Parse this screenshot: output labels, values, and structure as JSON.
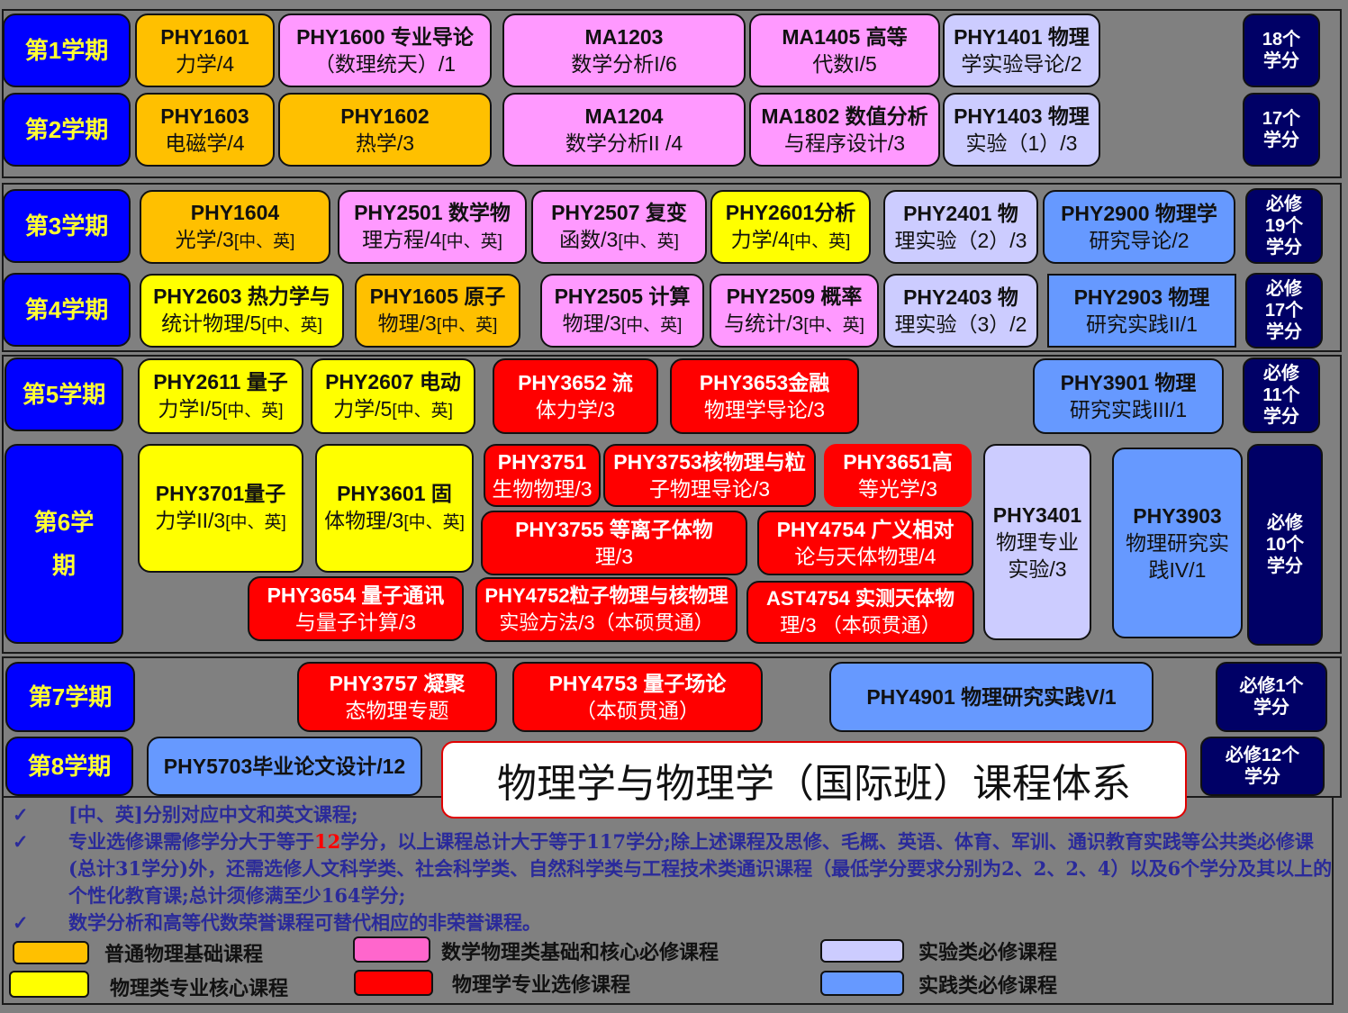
{
  "title": "物理学与物理学（国际班）课程体系",
  "semesters": [
    {
      "label": "第1学期",
      "credits": "18个学分"
    },
    {
      "label": "第2学期",
      "credits": "17个学分"
    },
    {
      "label": "第3学期",
      "credits": "必修19个学分"
    },
    {
      "label": "第4学期",
      "credits": "必修17个学分"
    },
    {
      "label": "第5学期",
      "credits": "必修11个学分"
    },
    {
      "label": "第6学期",
      "credits": "必修10个学分"
    },
    {
      "label": "第7学期",
      "credits": "必修1个学分"
    },
    {
      "label": "第8学期",
      "credits": "必修12个学分"
    }
  ],
  "courses": {
    "s1": [
      {
        "code": "PHY1601",
        "name": "力学/4",
        "category": "普通物理基础课程"
      },
      {
        "code": "PHY1600 专业导论",
        "name": "（数理统天）/1",
        "category": "数学物理类基础和核心必修课程"
      },
      {
        "code": "MA1203",
        "name": "数学分析I/6",
        "category": "数学物理类基础和核心必修课程"
      },
      {
        "code": "MA1405 高等",
        "name": "代数I/5",
        "category": "数学物理类基础和核心必修课程"
      },
      {
        "code": "PHY1401 物理",
        "name": "学实验导论/2",
        "category": "实验类必修课程"
      }
    ],
    "s2": [
      {
        "code": "PHY1603",
        "name": "电磁学/4",
        "category": "普通物理基础课程"
      },
      {
        "code": "PHY1602",
        "name": "热学/3",
        "category": "普通物理基础课程"
      },
      {
        "code": "MA1204",
        "name": "数学分析II /4",
        "category": "数学物理类基础和核心必修课程"
      },
      {
        "code": "MA1802 数值分析",
        "name": "与程序设计/3",
        "category": "数学物理类基础和核心必修课程"
      },
      {
        "code": "PHY1403 物理",
        "name": "实验（1）/3",
        "category": "实验类必修课程"
      }
    ],
    "s3": [
      {
        "code": "PHY1604",
        "name": "光学/3",
        "tag": "[中、英]",
        "category": "普通物理基础课程"
      },
      {
        "code": "PHY2501 数学物",
        "name": "理方程/4",
        "tag": "[中、英]",
        "category": "数学物理类基础和核心必修课程"
      },
      {
        "code": "PHY2507 复变",
        "name": "函数/3",
        "tag": "[中、英]",
        "category": "数学物理类基础和核心必修课程"
      },
      {
        "code": "PHY2601分析",
        "name": "力学/4",
        "tag": "[中、英]",
        "category": "物理类专业核心课程"
      },
      {
        "code": "PHY2401 物",
        "name": "理实验（2）/3",
        "category": "实验类必修课程"
      },
      {
        "code": "PHY2900 物理学",
        "name": "研究导论/2",
        "category": "实践类必修课程"
      }
    ],
    "s4": [
      {
        "code": "PHY2603 热力学与",
        "name": "统计物理/5",
        "tag": "[中、英]",
        "category": "物理类专业核心课程"
      },
      {
        "code": "PHY1605  原子",
        "name": "物理/3",
        "tag": "[中、英]",
        "category": "普通物理基础课程"
      },
      {
        "code": "PHY2505 计算",
        "name": "物理/3",
        "tag": "[中、英]",
        "category": "数学物理类基础和核心必修课程"
      },
      {
        "code": "PHY2509 概率",
        "name": "与统计/3",
        "tag": "[中、英]",
        "category": "数学物理类基础和核心必修课程"
      },
      {
        "code": "PHY2403 物",
        "name": "理实验（3）/2",
        "category": "实验类必修课程"
      },
      {
        "code": "PHY2903 物理",
        "name": "研究实践II/1",
        "category": "实践类必修课程"
      }
    ],
    "s5": [
      {
        "code": "PHY2611 量子",
        "name": "力学I/5",
        "tag": "[中、英]",
        "category": "物理类专业核心课程"
      },
      {
        "code": "PHY2607 电动",
        "name": "力学/5",
        "tag": "[中、英]",
        "category": "物理类专业核心课程"
      },
      {
        "code": "PHY3652 流",
        "name": "体力学/3",
        "category": "物理学专业选修课程"
      },
      {
        "code": "PHY3653金融",
        "name": "物理学导论/3",
        "category": "物理学专业选修课程"
      },
      {
        "code": "PHY3901 物理",
        "name": "研究实践III/1",
        "category": "实践类必修课程"
      }
    ],
    "s6": [
      {
        "code": "PHY3701量子",
        "name": "力学II/3",
        "tag": "[中、英]",
        "category": "物理类专业核心课程"
      },
      {
        "code": "PHY3601 固",
        "name": "体物理/3",
        "tag": "[中、英]",
        "category": "物理类专业核心课程"
      },
      {
        "code": "PHY3751",
        "name": "生物物理/3",
        "category": "物理学专业选修课程"
      },
      {
        "code": "PHY3753核物理与粒",
        "name": "子物理导论/3",
        "category": "物理学专业选修课程"
      },
      {
        "code": "PHY3651高",
        "name": "等光学/3",
        "category": "物理学专业选修课程"
      },
      {
        "code": "PHY3755 等离子体物",
        "name": "理/3",
        "category": "物理学专业选修课程"
      },
      {
        "code": "PHY4754 广义相对",
        "name": "论与天体物理/4",
        "category": "物理学专业选修课程"
      },
      {
        "code": "PHY3654 量子通讯",
        "name": "与量子计算/3",
        "category": "物理学专业选修课程"
      },
      {
        "code": "PHY4752粒子物理与核物理",
        "name": "实验方法/3（本硕贯通）",
        "category": "物理学专业选修课程"
      },
      {
        "code": "AST4754 实测天体物",
        "name": "理/3 （本硕贯通）",
        "category": "物理学专业选修课程"
      },
      {
        "code": "PHY3401",
        "name": "物理专业实验/3",
        "category": "实验类必修课程"
      },
      {
        "code": "PHY3903",
        "name": "物理研究实践IV/1",
        "category": "实践类必修课程"
      }
    ],
    "s7": [
      {
        "code": "PHY3757 凝聚",
        "name": "态物理专题",
        "category": "物理学专业选修课程"
      },
      {
        "code": "PHY4753 量子场论",
        "name": "（本硕贯通）",
        "category": "物理学专业选修课程"
      },
      {
        "code": "PHY4901 物理研究实践V/1",
        "name": "",
        "category": "实践类必修课程"
      }
    ],
    "s8": [
      {
        "code": "PHY5703毕业论文设计/12",
        "name": "",
        "category": "实践类必修课程"
      }
    ]
  },
  "notes": [
    {
      "check": "✓",
      "text": "[中、英]分别对应中文和英文课程;"
    },
    {
      "check": "✓",
      "text_before": "专业选修课需修学分大于等于",
      "highlight": "12",
      "text_after": "学分，以上课程总计大于等于117学分;除上述课程及思修、毛概、英语、体育、军训、通识教育实践等公共类必修课(总计31学分)外，还需选修人文科学类、社会科学类、自然科学类与工程技术类通识课程（最低学分要求分别为2、2、2、4）以及6个学分及其以上的个性化教育课;总计须修满至少164学分;"
    },
    {
      "check": "✓",
      "text": "数学分析和高等代数荣誉课程可替代相应的非荣誉课程。"
    }
  ],
  "legend": [
    {
      "label": "普通物理基础课程",
      "color": "#ffc000"
    },
    {
      "label": "数学物理类基础和核心必修课程",
      "color": "#ff66cc"
    },
    {
      "label": "实验类必修课程",
      "color": "#ccccff"
    },
    {
      "label": "物理类专业核心课程",
      "color": "#ffff00"
    },
    {
      "label": "物理学专业选修课程",
      "color": "#ff0000"
    },
    {
      "label": "实践类必修课程",
      "color": "#6699ff"
    }
  ],
  "colors": {
    "semester_bg": "#0000ff",
    "semester_text": "#ffff33",
    "credits_bg": "#000066",
    "background": "#808080"
  }
}
